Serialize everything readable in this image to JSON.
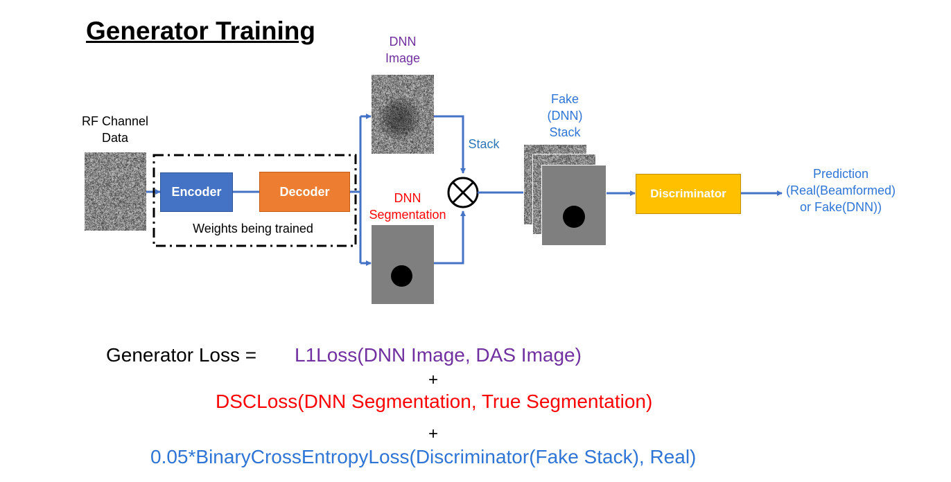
{
  "title": "Generator Training",
  "labels": {
    "rf_channel": "RF Channel",
    "data": "Data",
    "dnn_image_top": "DNN",
    "dnn_image_bottom": "Image",
    "dnn_seg_top": "DNN",
    "dnn_seg_bottom": "Segmentation",
    "stack": "Stack",
    "fake_1": "Fake",
    "fake_2": "(DNN)",
    "fake_3": "Stack",
    "weights": "Weights being trained",
    "prediction_1": "Prediction",
    "prediction_2": "(Real(Beamformed)",
    "prediction_3": "or Fake(DNN))"
  },
  "blocks": {
    "encoder": "Encoder",
    "decoder": "Decoder",
    "discriminator": "Discriminator"
  },
  "loss": {
    "prefix": "Generator Loss =",
    "l1": "L1Loss(DNN Image, DAS Image)",
    "plus1": "+",
    "dsc": "DSCLoss(DNN Segmentation, True Segmentation)",
    "plus2": "+",
    "bce": "0.05*BinaryCrossEntropyLoss(Discriminator(Fake Stack), Real)"
  },
  "colors": {
    "encoder": "#4472C4",
    "decoder": "#ED7D31",
    "discriminator": "#FFC000",
    "arrow": "#4472C4",
    "purple": "#7030A0",
    "red": "#FF0000",
    "blue": "#0070C0",
    "light_blue": "#2E75D6"
  }
}
